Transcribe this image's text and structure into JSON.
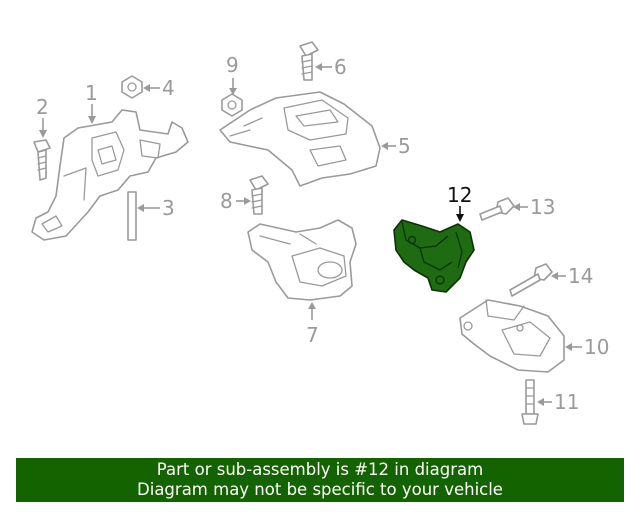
{
  "diagram": {
    "highlight_color": "#1e6b12",
    "callouts": {
      "p1": "1",
      "p2": "2",
      "p3": "3",
      "p4": "4",
      "p5": "5",
      "p6": "6",
      "p7": "7",
      "p8": "8",
      "p9": "9",
      "p10": "10",
      "p11": "11",
      "p12": "12",
      "p13": "13",
      "p14": "14"
    }
  },
  "banner": {
    "color": "#136301",
    "line1": "Part or sub-assembly is #12 in diagram",
    "line2": "Diagram may not be specific to your vehicle"
  }
}
